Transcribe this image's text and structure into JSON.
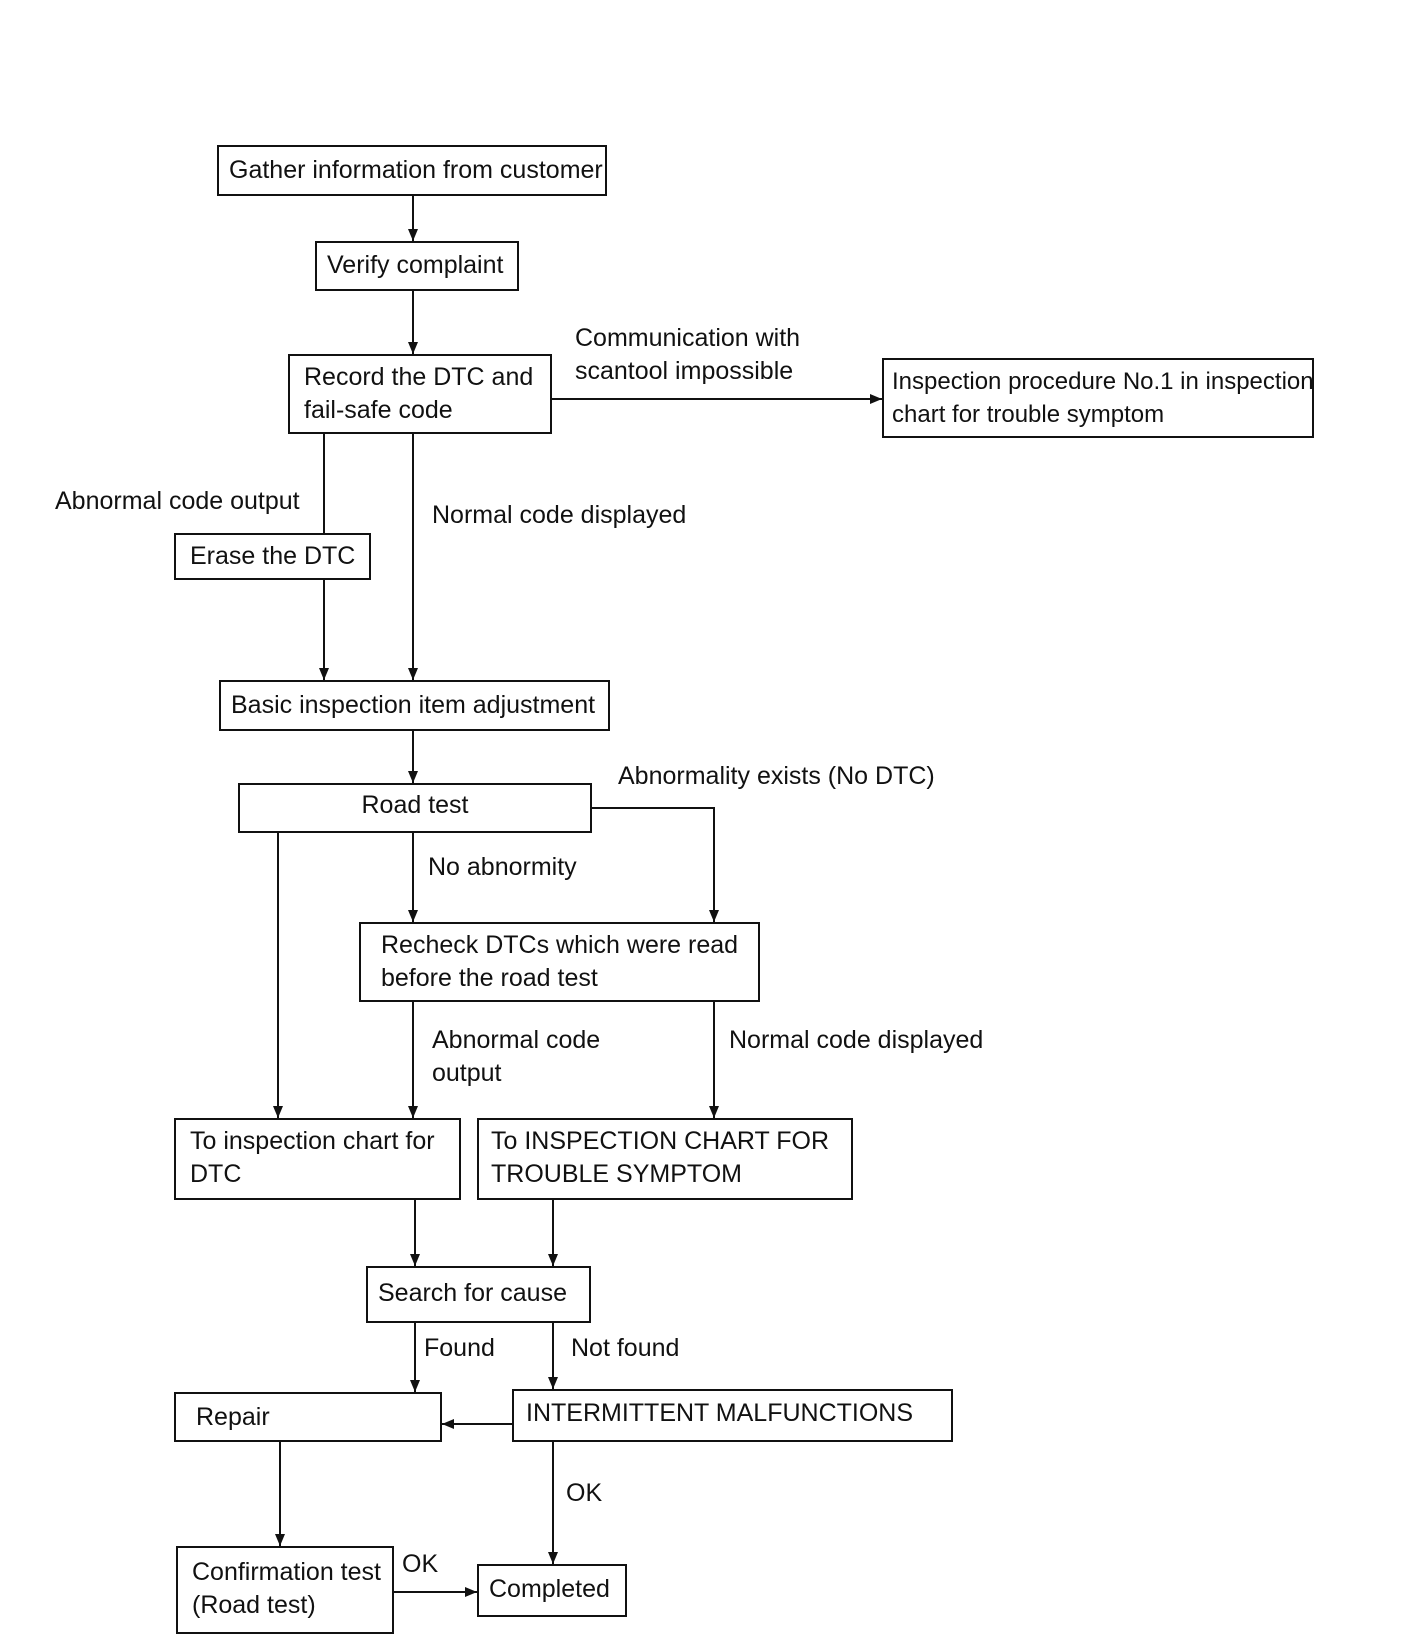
{
  "colors": {
    "line": "#111111",
    "background": "#ffffff"
  },
  "nodes": {
    "gather": "Gather information from customer",
    "verify": "Verify complaint",
    "record_line1": "Record the DTC and",
    "record_line2": "fail-safe code",
    "inspection_no1_line1": "Inspection procedure No.1 in inspection",
    "inspection_no1_line2": "chart for trouble symptom",
    "erase": "Erase the DTC",
    "basic": "Basic inspection item adjustment",
    "road_test": "Road test",
    "recheck_line1": "Recheck DTCs which were read",
    "recheck_line2": "before the road test",
    "to_dtc_line1": "To inspection chart for",
    "to_dtc_line2": "DTC",
    "to_symptom_line1": "To INSPECTION CHART FOR",
    "to_symptom_line2": "TROUBLE SYMPTOM",
    "search": "Search for cause",
    "repair": "Repair",
    "intermittent": "INTERMITTENT MALFUNCTIONS",
    "confirmation_line1": "Confirmation test",
    "confirmation_line2": "(Road test)",
    "completed": "Completed"
  },
  "edge_labels": {
    "comm_line1": "Communication with",
    "comm_line2": "scantool impossible",
    "abnormal_output": "Abnormal code output",
    "normal_displayed": "Normal code displayed",
    "abnormality_exists": "Abnormality exists (No DTC)",
    "no_abnormity": "No abnormity",
    "abnormal_code_line1": "Abnormal code",
    "abnormal_code_line2": "output",
    "normal_displayed_2": "Normal code displayed",
    "found": "Found",
    "not_found": "Not found",
    "ok_intermittent": "OK",
    "ok_confirmation": "OK"
  }
}
